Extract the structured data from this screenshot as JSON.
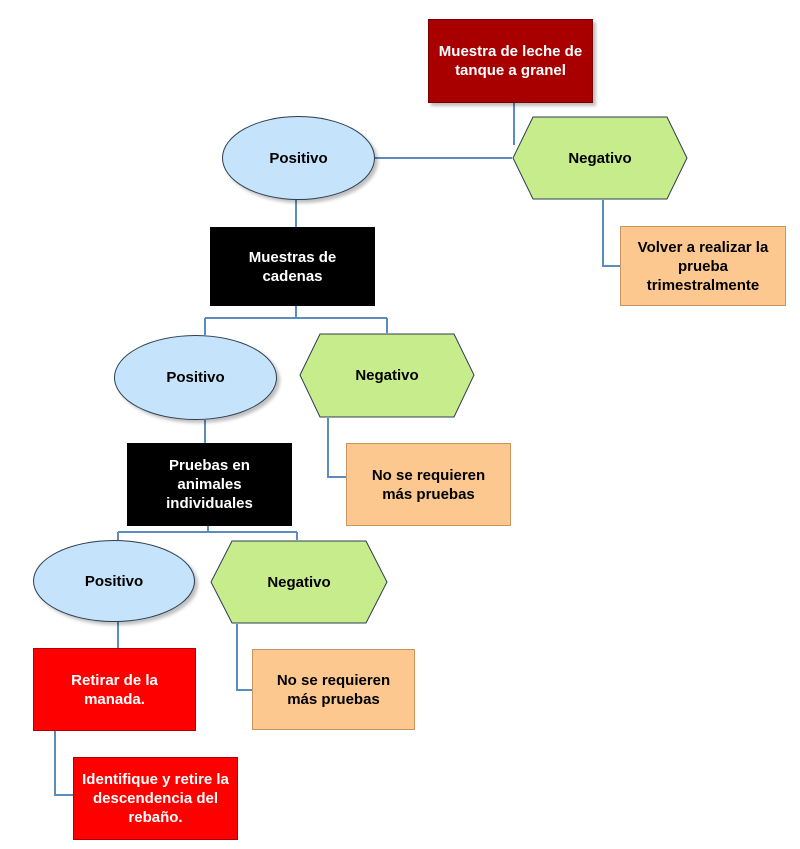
{
  "colors": {
    "connector": "#5b8cbf",
    "positive_fill": "#c5e3fb",
    "negative_fill": "#c6ec8c",
    "start_fill": "#a80000",
    "sample_fill": "#000000",
    "retest_fill": "#fcc88f",
    "remove_fill": "#ff0000"
  },
  "nodes": {
    "bulk_tank": "Muestra de leche de\ntanque a granel",
    "positive_1": "Positivo",
    "negative_1": "Negativo",
    "retest_quarterly": "Volver a realizar la\nprueba\ntrimestralmente",
    "chain_samples": "Muestras de\ncadenas",
    "positive_2": "Positivo",
    "negative_2": "Negativo",
    "no_more_tests_1": "No se requieren\nmás pruebas",
    "individual_tests": "Pruebas en\nanimales\nindividuales",
    "positive_3": "Positivo",
    "negative_3": "Negativo",
    "no_more_tests_2": "No se requieren\nmás pruebas",
    "remove_from_herd": "Retirar de la\nmanada.",
    "remove_offspring": "Identifique y retire la\ndescendencia del\nrebaño."
  }
}
